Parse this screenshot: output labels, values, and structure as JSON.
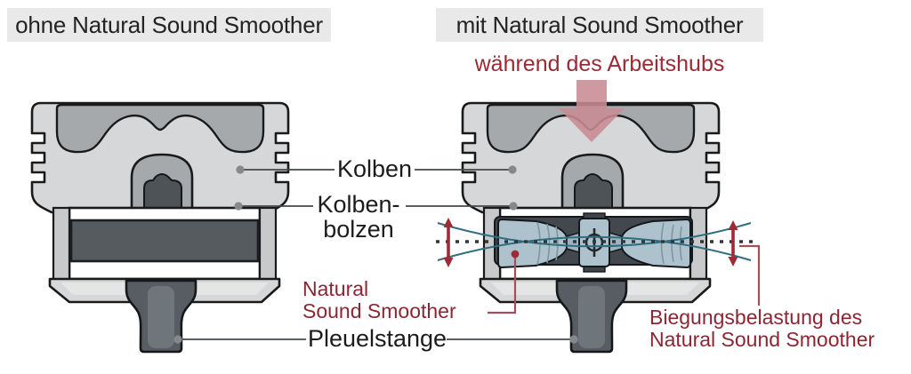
{
  "panels": {
    "left_header": "ohne Natural Sound Smoother",
    "right_header": "mit Natural Sound Smoother",
    "right_subtitle": "während des Arbeitshubs"
  },
  "labels": {
    "kolben": "Kolben",
    "kolbenbolzen_line1": "Kolben-",
    "kolbenbolzen_line2": "bolzen",
    "nss_line1": "Natural",
    "nss_line2": "Sound Smoother",
    "pleuelstange": "Pleuelstange",
    "biegung_line1": "Biegungsbelastung des",
    "biegung_line2": "Natural Sound Smoother"
  },
  "icons": {
    "pressure_arrow": "downward force arrow during power stroke",
    "bending_amplitude_arrows": "vertical double-headed amplitude arrows",
    "center_mark": "circle with vertical axis line"
  },
  "colors": {
    "header_bg": "#e9e9ea",
    "text_dark": "#232323",
    "text_red": "#8e2532",
    "caption_red": "#9b2a34",
    "piston_body": "#d6d7d8",
    "piston_crown": "#a6a9ab",
    "dark_steel": "#565c62",
    "nss_blue": "#aec2cd",
    "teal_line": "#2f6e80",
    "red_arrow": "#9e2a37",
    "pressure_arrow_pink": "#c98b94",
    "leader_gray": "#45484b"
  }
}
